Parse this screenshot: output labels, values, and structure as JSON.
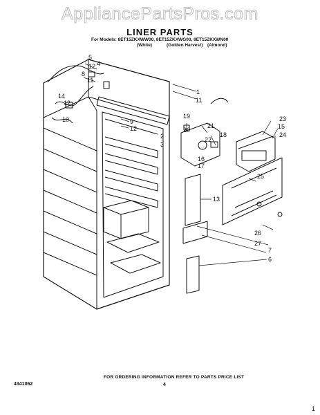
{
  "watermark": "AppliancePartsPros.com",
  "header": {
    "title": "LINER PARTS",
    "models": "For Models: 8ET15ZKXWW00, 8ET15ZKXWG00, 8ET15ZKXWN00",
    "colors": [
      "(White)",
      "(Golden Harvest)",
      "(Almond)"
    ]
  },
  "callouts": [
    "1",
    "11",
    "2",
    "3",
    "4",
    "5",
    "6",
    "7",
    "8",
    "9",
    "10",
    "11",
    "12",
    "12",
    "12",
    "13",
    "14",
    "15",
    "16",
    "17",
    "18",
    "19",
    "20",
    "21",
    "22",
    "23",
    "24",
    "25",
    "26",
    "27"
  ],
  "footer": {
    "ordering_note": "FOR ORDERING INFORMATION REFER TO PARTS PRICE LIST",
    "part_number": "4341062",
    "page_number": "4",
    "corner_mark": "1"
  }
}
